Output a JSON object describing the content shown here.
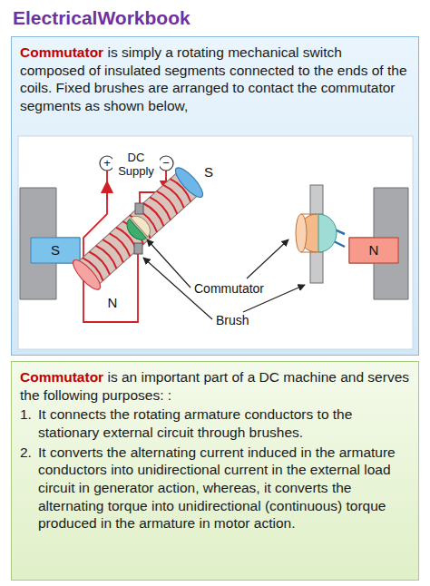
{
  "diagram": {
    "title": "ElectricalWorkbook",
    "nodes": [
      {
        "text": [
          "Commutator",
          "is simply a rotating mechanical switch composed of insulated segments connected to the ends of the coils. Fixed brushes are arranged to contact the commutator segments as shown below,"
        ]
      },
      {
        "text": [
          "Commutator",
          "is an important part of a DC machine and serves the following purposes: :",
          "1.",
          "It connects the rotating armature conductors to the stationary external circuit through brushes.",
          "2.",
          "It converts the alternating current induced in the armature conductors into unidirectional current in the external load circuit in generator action, whereas, it converts the alternating torque into unidirectional (continuous) torque produced in the armature in motor action."
        ]
      }
    ],
    "labels": [
      "+",
      "−",
      "DC Supply",
      "S",
      "N",
      "S",
      "N",
      "Commutator",
      "Brush"
    ]
  }
}
